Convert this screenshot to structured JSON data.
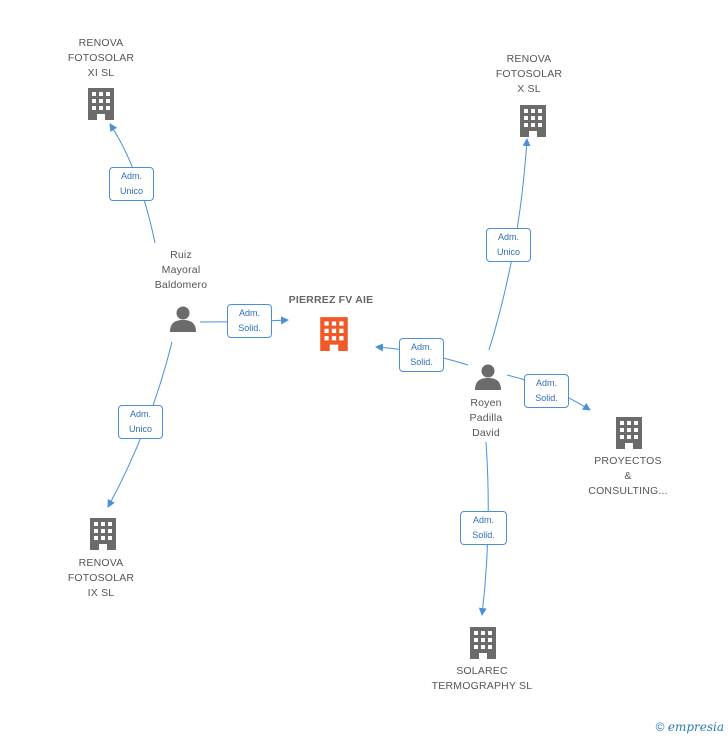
{
  "diagram": {
    "main_company": "PIERREZ FV AIE",
    "persons": [
      {
        "name": "Ruiz\nMayoral\nBaldomero"
      },
      {
        "name": "Royen\nPadilla\nDavid"
      }
    ],
    "companies": [
      {
        "name": "RENOVA\nFOTOSOLAR\nXI SL"
      },
      {
        "name": "RENOVA\nFOTOSOLAR\nX SL"
      },
      {
        "name": "RENOVA\nFOTOSOLAR\nIX SL"
      },
      {
        "name": "PROYECTOS\n&\nCONSULTING..."
      },
      {
        "name": "SOLAREC\nTERMOGRAPHY SL"
      }
    ],
    "relations": [
      {
        "label": "Adm.\nUnico"
      },
      {
        "label": "Adm.\nSolid."
      },
      {
        "label": "Adm.\nUnico"
      },
      {
        "label": "Adm.\nUnico"
      },
      {
        "label": "Adm.\nSolid."
      },
      {
        "label": "Adm.\nSolid."
      },
      {
        "label": "Adm.\nSolid."
      }
    ]
  },
  "colors": {
    "edge": "#4a90d9",
    "main_icon": "#f05a28",
    "icon": "#6b6b6b"
  },
  "footer": {
    "copyright_symbol": "©",
    "brand": "empresia"
  }
}
